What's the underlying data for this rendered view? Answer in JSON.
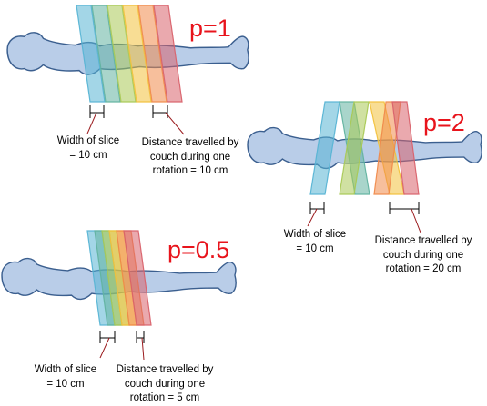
{
  "colors": {
    "body_fill": "#b9cde8",
    "body_stroke": "#3b5f8f",
    "slice_palette": [
      "#57b4d4",
      "#62b3a0",
      "#a9c955",
      "#f2c13c",
      "#f08a4b",
      "#d9626b"
    ],
    "pitch_text": "#e8141c",
    "pointer_line": "#9b1b1e"
  },
  "panels": {
    "p1": {
      "pitch_label": "p=1",
      "slice_width": {
        "line1": "Width of slice",
        "line2": "= 10 cm"
      },
      "distance": {
        "line1": "Distance travelled by",
        "line2": "couch during one",
        "line3": "rotation = 10 cm"
      }
    },
    "p2": {
      "pitch_label": "p=2",
      "slice_width": {
        "line1": "Width of slice",
        "line2": "= 10 cm"
      },
      "distance": {
        "line1": "Distance travelled by",
        "line2": "couch during one",
        "line3": "rotation = 20 cm"
      }
    },
    "p05": {
      "pitch_label": "p=0.5",
      "slice_width": {
        "line1": "Width of slice",
        "line2": "= 10 cm"
      },
      "distance": {
        "line1": "Distance travelled by",
        "line2": "couch during one",
        "line3": "rotation = 5 cm"
      }
    }
  }
}
